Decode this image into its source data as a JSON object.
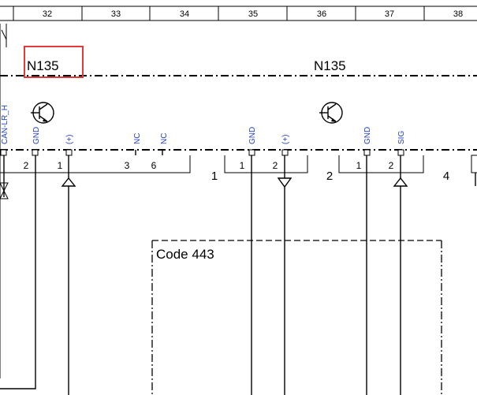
{
  "columns": [
    "32",
    "33",
    "34",
    "35",
    "36",
    "37",
    "38"
  ],
  "components": {
    "left_label": "N135",
    "right_label": "N135"
  },
  "signals": {
    "can_lr_h": "CAN-LR_H",
    "gnd_a": "GND",
    "plus_a": "(+)",
    "nc_a": "NC",
    "nc_b": "NC",
    "gnd_b": "GND",
    "plus_b": "(+)",
    "gnd_c": "GND",
    "sig_c": "SIG"
  },
  "pins": {
    "p_gnd_a": "2",
    "p_plus_a": "1",
    "p_nc_a": "3",
    "p_nc_b": "6",
    "p_gnd_b": "1",
    "p_plus_b": "2",
    "p_gnd_c": "1",
    "p_sig_c": "2"
  },
  "connectors": {
    "c1": "1",
    "c2": "2",
    "c4": "4"
  },
  "code_box": {
    "label": "Code 443"
  },
  "colors": {
    "signal_text": "#1f3fbf",
    "highlight": "#e03a3a"
  }
}
